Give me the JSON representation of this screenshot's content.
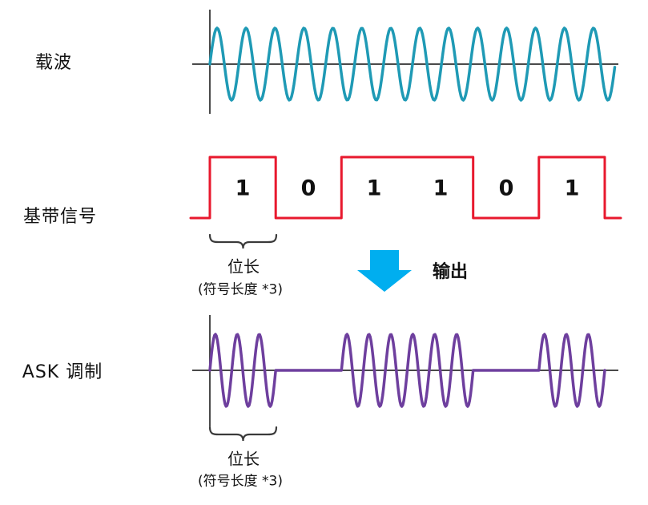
{
  "labels": {
    "carrier": "载波",
    "baseband": "基带信号",
    "ask": "ASK 调制",
    "output": "输出",
    "bit_length_top": "位长",
    "symbol_length_top": "(符号长度 *3)",
    "bit_length_bottom": "位长",
    "symbol_length_bottom": "(符号长度 *3)"
  },
  "bits": [
    "1",
    "0",
    "1",
    "1",
    "0",
    "1"
  ],
  "waveform": {
    "carrier_cycles": 14,
    "cycles_per_bit": 3
  },
  "colors": {
    "carrier": "#1f9ab5",
    "baseband": "#e8192e",
    "ask": "#6e3f9e",
    "arrow": "#00aeef",
    "axis": "#4a4a4a"
  }
}
